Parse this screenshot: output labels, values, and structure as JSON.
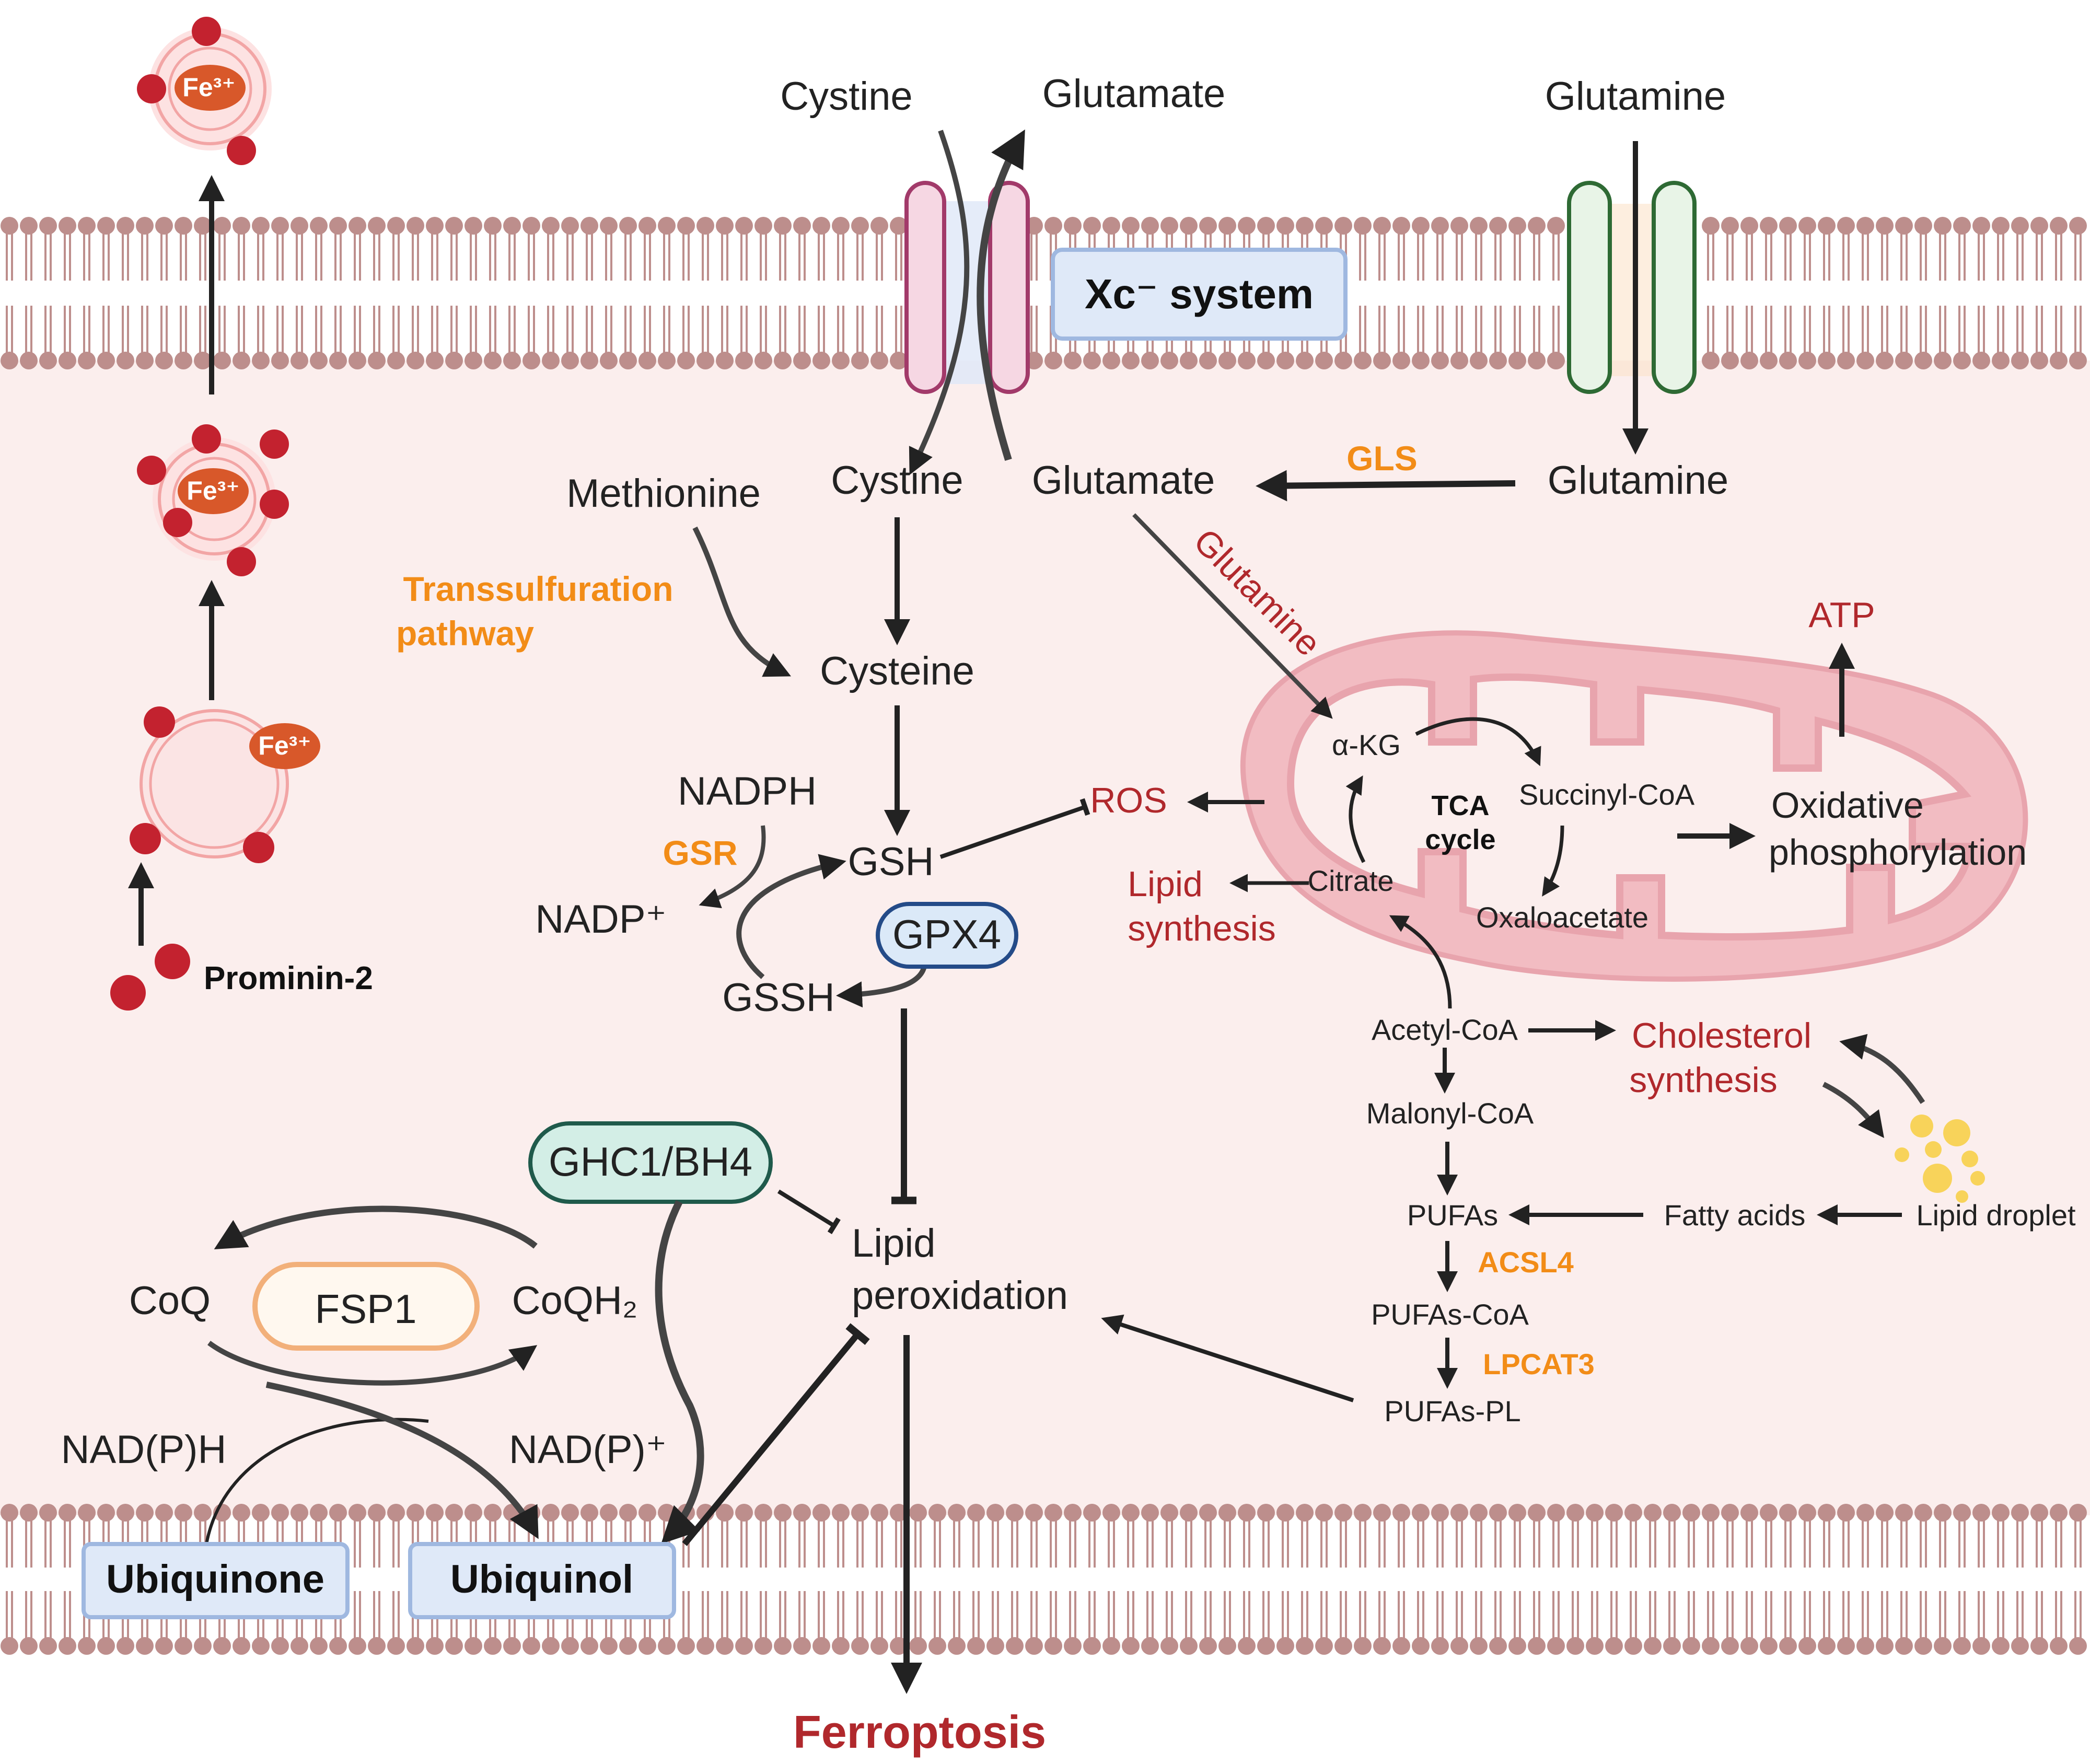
{
  "membrane_labels": {
    "xc_system": "Xc⁻ system",
    "ubiquinone": "Ubiquinone",
    "ubiquinol": "Ubiquinol"
  },
  "extracellular": {
    "cystine": "Cystine",
    "glutamate": "Glutamate",
    "glutamine": "Glutamine"
  },
  "iron": {
    "fe_label": "Fe³⁺",
    "prominin": "Prominin-2"
  },
  "gsh_pathway": {
    "methionine": "Methionine",
    "transsulfuration_line1": "Transsulfuration",
    "transsulfuration_line2": "pathway",
    "cystine_in": "Cystine",
    "glutamate_in": "Glutamate",
    "glutamine_in": "Glutamine",
    "gls": "GLS",
    "glutamine_red": "Glutamine",
    "cysteine": "Cysteine",
    "nadph": "NADPH",
    "gsr": "GSR",
    "nadp": "NADP⁺",
    "gsh": "GSH",
    "gpx4": "GPX4",
    "gssh": "GSSH",
    "ros": "ROS"
  },
  "mitochondria": {
    "akg": "α-KG",
    "succinyl": "Succinyl-CoA",
    "tca_line1": "TCA",
    "tca_line2": "cycle",
    "citrate": "Citrate",
    "oxaloacetate": "Oxaloacetate",
    "oxphos_line1": "Oxidative",
    "oxphos_line2": "phosphorylation",
    "atp": "ATP",
    "lipid_syn_line1": "Lipid",
    "lipid_syn_line2": "synthesis"
  },
  "lipid_pathway": {
    "acetyl": "Acetyl-CoA",
    "chol_line1": "Cholesterol",
    "chol_line2": "synthesis",
    "malonyl": "Malonyl-CoA",
    "pufas": "PUFAs",
    "fatty_acids": "Fatty acids",
    "lipid_droplet": "Lipid droplet",
    "acsl4": "ACSL4",
    "pufas_coa": "PUFAs-CoA",
    "lpcat3": "LPCAT3",
    "pufas_pl": "PUFAs-PL"
  },
  "fsp1_pathway": {
    "ghc1": "GHC1/BH4",
    "coq": "CoQ",
    "fsp1": "FSP1",
    "coqh2": "CoQH₂",
    "nadph": "NAD(P)H",
    "nadp": "NAD(P)⁺"
  },
  "outcome": {
    "lipid_perox_line1": "Lipid",
    "lipid_perox_line2": "peroxidation",
    "ferroptosis": "Ferroptosis"
  },
  "colors": {
    "cytoplasm": "#fbeeed",
    "membrane_head": "#bd8e8c",
    "transporter_pink": "#a23a6a",
    "transporter_green": "#2e6a34",
    "mito_fill": "#f2bcc2",
    "label_red": "#b0282c",
    "enzyme_orange": "#f28c17",
    "box_blue": "#dfe9f8",
    "box_blue_stroke": "#9fb8e0",
    "gpx4_fill": "#dbe9f8",
    "gpx4_stroke": "#244b88",
    "ghc1_fill": "#d3eee6",
    "ghc1_stroke": "#1f5a4b",
    "fsp1_stroke": "#f2b07a",
    "fe_core": "#d8582a",
    "fe_particle": "#c3222f"
  }
}
